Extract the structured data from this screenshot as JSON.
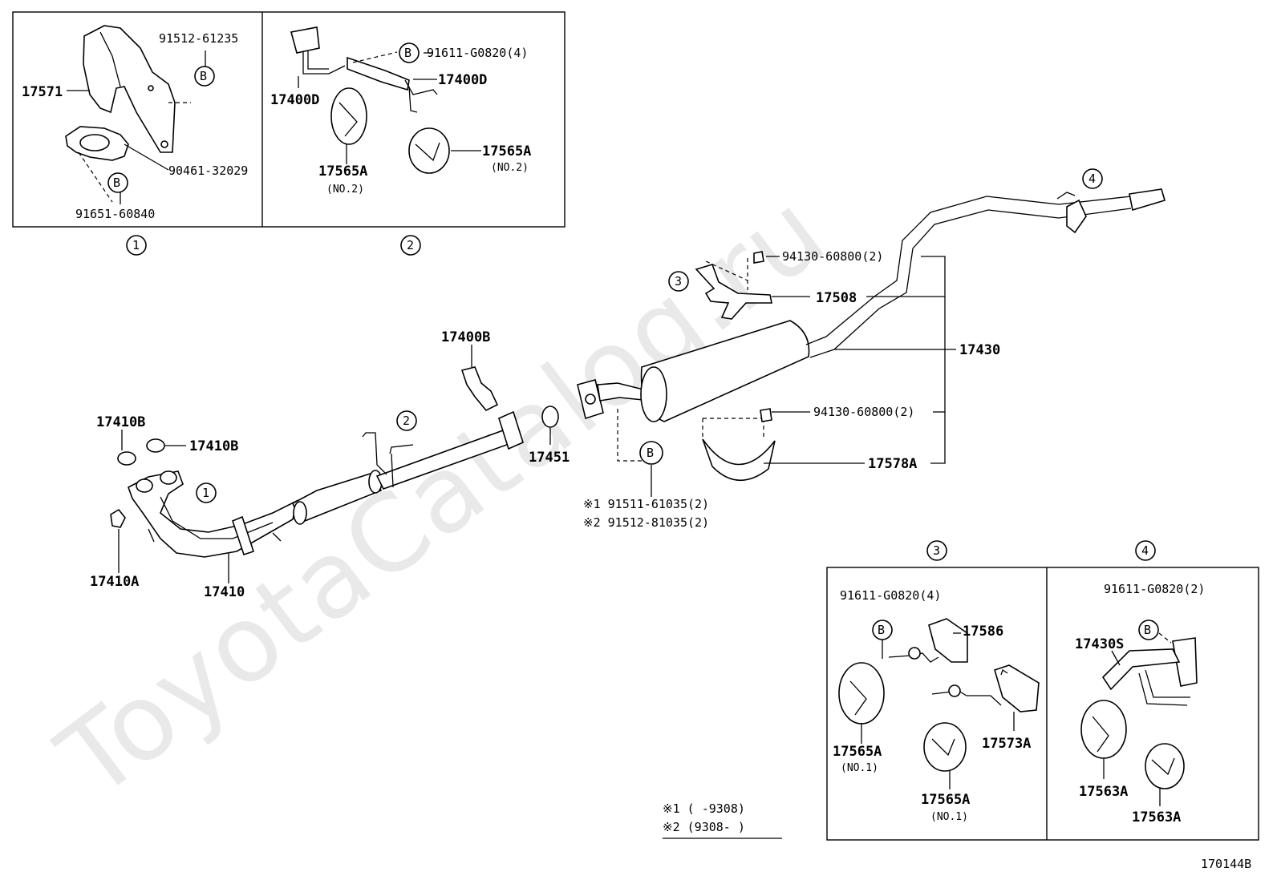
{
  "watermark": "ToyotaCatalog.ru",
  "diagram_code": "170144B",
  "markers": {
    "b": "B",
    "c1": "1",
    "c2": "2",
    "c3": "3",
    "c4": "4"
  },
  "box1": {
    "label_17571": "17571",
    "label_91512_61235": "91512-61235",
    "label_90461_32029": "90461-32029",
    "label_91651_60840": "91651-60840"
  },
  "box2": {
    "label_17400d_left": "17400D",
    "label_17400d_right": "17400D",
    "label_91611_g0820_4": "91611-G0820(4)",
    "label_17565a_left": "17565A",
    "note_left": "(NO.2)",
    "label_17565a_right": "17565A",
    "note_right": "(NO.2)"
  },
  "main": {
    "label_17410b_a": "17410B",
    "label_17410b_b": "17410B",
    "label_17410a": "17410A",
    "label_17410": "17410",
    "label_17400b": "17400B",
    "label_17451": "17451",
    "label_94130_top": "94130-60800(2)",
    "label_17508": "17508",
    "label_17430": "17430",
    "label_94130_bottom": "94130-60800(2)",
    "label_17578a": "17578A",
    "note_91511": "※1 91511-61035(2)",
    "note_91512": "※2 91512-81035(2)"
  },
  "box3": {
    "label_91611_g0820_4": "91611-G0820(4)",
    "label_17586": "17586",
    "label_17565a_a": "17565A",
    "note_a": "(NO.1)",
    "label_17573a": "17573A",
    "label_17565a_b": "17565A",
    "note_b": "(NO.1)"
  },
  "box4": {
    "label_91611_g0820_2": "91611-G0820(2)",
    "label_17430s": "17430S",
    "label_17563a_a": "17563A",
    "label_17563a_b": "17563A"
  },
  "legend": {
    "row1": "※1 (     -9308)",
    "row2": "※2 (9308-     )"
  }
}
